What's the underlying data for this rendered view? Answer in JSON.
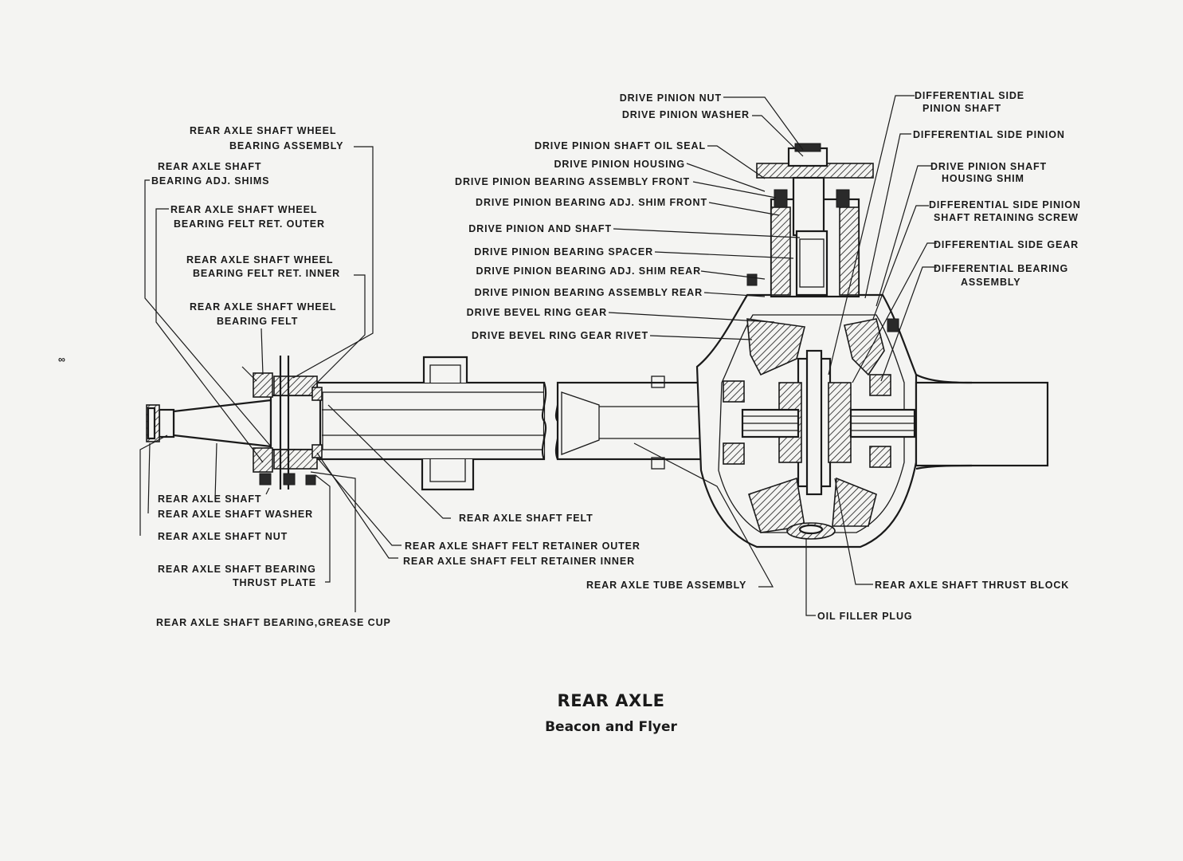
{
  "title": "REAR AXLE",
  "subtitle": "Beacon and Flyer",
  "margin_mark": "∞",
  "labels": {
    "wheel_bearing_assembly": [
      "REAR AXLE SHAFT WHEEL",
      "BEARING ASSEMBLY"
    ],
    "bearing_adj_shims": [
      "REAR AXLE SHAFT",
      "BEARING ADJ. SHIMS"
    ],
    "felt_ret_outer": [
      "REAR AXLE SHAFT WHEEL",
      "BEARING FELT RET. OUTER"
    ],
    "felt_ret_inner": [
      "REAR AXLE SHAFT WHEEL",
      "BEARING FELT RET. INNER"
    ],
    "wheel_bearing_felt": [
      "REAR AXLE SHAFT WHEEL",
      "BEARING FELT"
    ],
    "axle_shaft": "REAR AXLE SHAFT",
    "axle_shaft_washer": "REAR AXLE SHAFT WASHER",
    "axle_shaft_nut": "REAR AXLE SHAFT NUT",
    "bearing_thrust_plate": [
      "REAR AXLE SHAFT BEARING",
      "THRUST PLATE"
    ],
    "grease_cup": "REAR AXLE SHAFT BEARING,GREASE CUP",
    "axle_shaft_felt": "REAR AXLE SHAFT FELT",
    "felt_retainer_outer": "REAR AXLE SHAFT FELT RETAINER OUTER",
    "felt_retainer_inner": "REAR AXLE SHAFT FELT RETAINER INNER",
    "tube_assembly": "REAR AXLE TUBE ASSEMBLY",
    "pinion_nut": "DRIVE PINION NUT",
    "pinion_washer": "DRIVE PINION WASHER",
    "pinion_oil_seal": "DRIVE PINION SHAFT OIL SEAL",
    "pinion_housing": "DRIVE PINION HOUSING",
    "pinion_bearing_front": "DRIVE PINION BEARING ASSEMBLY FRONT",
    "pinion_shim_front": "DRIVE PINION BEARING ADJ. SHIM FRONT",
    "pinion_and_shaft": "DRIVE PINION AND SHAFT",
    "pinion_spacer": "DRIVE PINION BEARING SPACER",
    "pinion_shim_rear": "DRIVE PINION BEARING ADJ. SHIM REAR",
    "pinion_bearing_rear": "DRIVE PINION BEARING ASSEMBLY REAR",
    "ring_gear": "DRIVE BEVEL RING GEAR",
    "ring_gear_rivet": "DRIVE BEVEL RING GEAR RIVET",
    "diff_side_pinion_shaft": [
      "DIFFERENTIAL SIDE",
      "PINION SHAFT"
    ],
    "diff_side_pinion": "DIFFERENTIAL SIDE PINION",
    "pinion_housing_shim": [
      "DRIVE PINION SHAFT",
      "HOUSING SHIM"
    ],
    "diff_retaining_screw": [
      "DIFFERENTIAL SIDE PINION",
      "SHAFT RETAINING SCREW"
    ],
    "diff_side_gear": "DIFFERENTIAL SIDE GEAR",
    "diff_bearing_assembly": [
      "DIFFERENTIAL BEARING",
      "ASSEMBLY"
    ],
    "thrust_block": "REAR AXLE SHAFT THRUST BLOCK",
    "oil_filler_plug": "OIL FILLER PLUG"
  }
}
